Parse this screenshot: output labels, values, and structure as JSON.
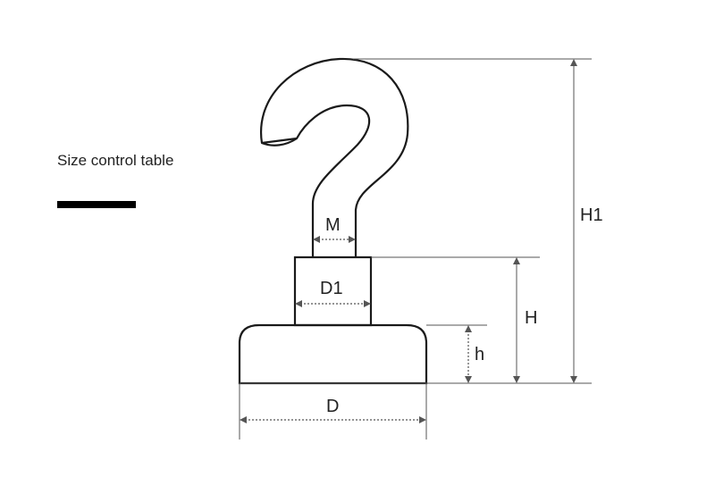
{
  "heading": "Size control table",
  "labels": {
    "m": "M",
    "d1": "D1",
    "h_big": "H",
    "h_small": "h",
    "h1": "H1",
    "d": "D"
  },
  "colors": {
    "stroke": "#1a1a1a",
    "dimension_line": "#555555",
    "heading_bar": "#000000"
  }
}
